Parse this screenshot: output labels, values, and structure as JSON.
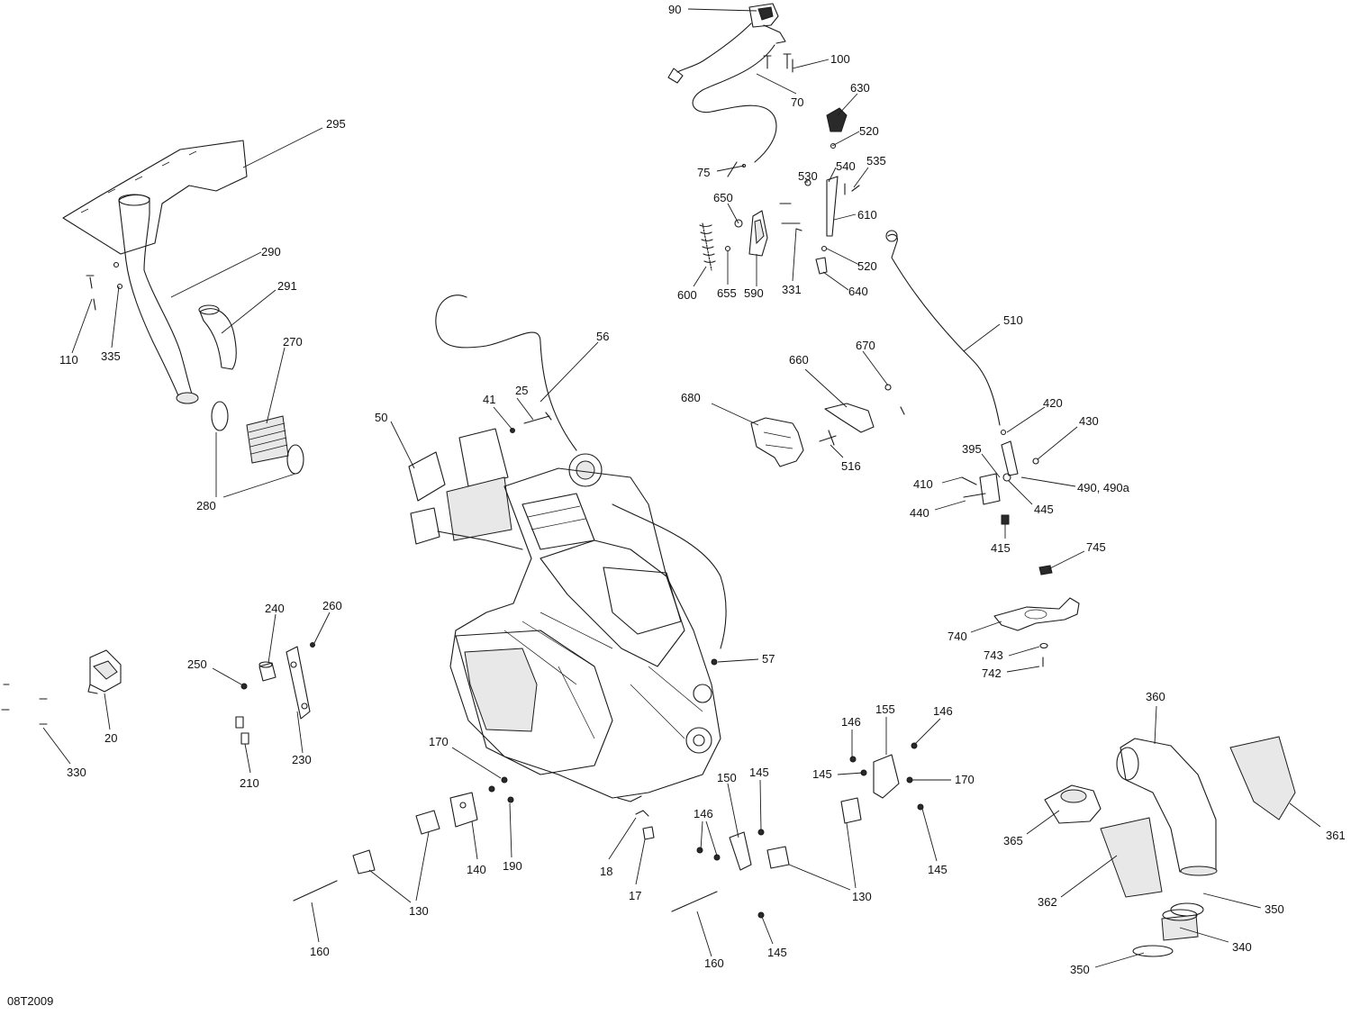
{
  "diagram_code": "08T2009",
  "callouts": [
    {
      "label": "90"
    },
    {
      "label": "100"
    },
    {
      "label": "70"
    },
    {
      "label": "630"
    },
    {
      "label": "520"
    },
    {
      "label": "75"
    },
    {
      "label": "530"
    },
    {
      "label": "540"
    },
    {
      "label": "535"
    },
    {
      "label": "650"
    },
    {
      "label": "610"
    },
    {
      "label": "520"
    },
    {
      "label": "600"
    },
    {
      "label": "655"
    },
    {
      "label": "590"
    },
    {
      "label": "331"
    },
    {
      "label": "640"
    },
    {
      "label": "295"
    },
    {
      "label": "290"
    },
    {
      "label": "291"
    },
    {
      "label": "270"
    },
    {
      "label": "110"
    },
    {
      "label": "335"
    },
    {
      "label": "280"
    },
    {
      "label": "56"
    },
    {
      "label": "510"
    },
    {
      "label": "670"
    },
    {
      "label": "660"
    },
    {
      "label": "680"
    },
    {
      "label": "516"
    },
    {
      "label": "41"
    },
    {
      "label": "25"
    },
    {
      "label": "50"
    },
    {
      "label": "420"
    },
    {
      "label": "430"
    },
    {
      "label": "395"
    },
    {
      "label": "410"
    },
    {
      "label": "490, 490a"
    },
    {
      "label": "440"
    },
    {
      "label": "445"
    },
    {
      "label": "415"
    },
    {
      "label": "745"
    },
    {
      "label": "740"
    },
    {
      "label": "743"
    },
    {
      "label": "742"
    },
    {
      "label": "240"
    },
    {
      "label": "260"
    },
    {
      "label": "250"
    },
    {
      "label": "57"
    },
    {
      "label": "20"
    },
    {
      "label": "330"
    },
    {
      "label": "230"
    },
    {
      "label": "210"
    },
    {
      "label": "170"
    },
    {
      "label": "155"
    },
    {
      "label": "146"
    },
    {
      "label": "146"
    },
    {
      "label": "145"
    },
    {
      "label": "170"
    },
    {
      "label": "360"
    },
    {
      "label": "150"
    },
    {
      "label": "145"
    },
    {
      "label": "146"
    },
    {
      "label": "140"
    },
    {
      "label": "190"
    },
    {
      "label": "18"
    },
    {
      "label": "17"
    },
    {
      "label": "130"
    },
    {
      "label": "130"
    },
    {
      "label": "145"
    },
    {
      "label": "365"
    },
    {
      "label": "361"
    },
    {
      "label": "362"
    },
    {
      "label": "350"
    },
    {
      "label": "340"
    },
    {
      "label": "350"
    },
    {
      "label": "160"
    },
    {
      "label": "160"
    },
    {
      "label": "145"
    }
  ]
}
